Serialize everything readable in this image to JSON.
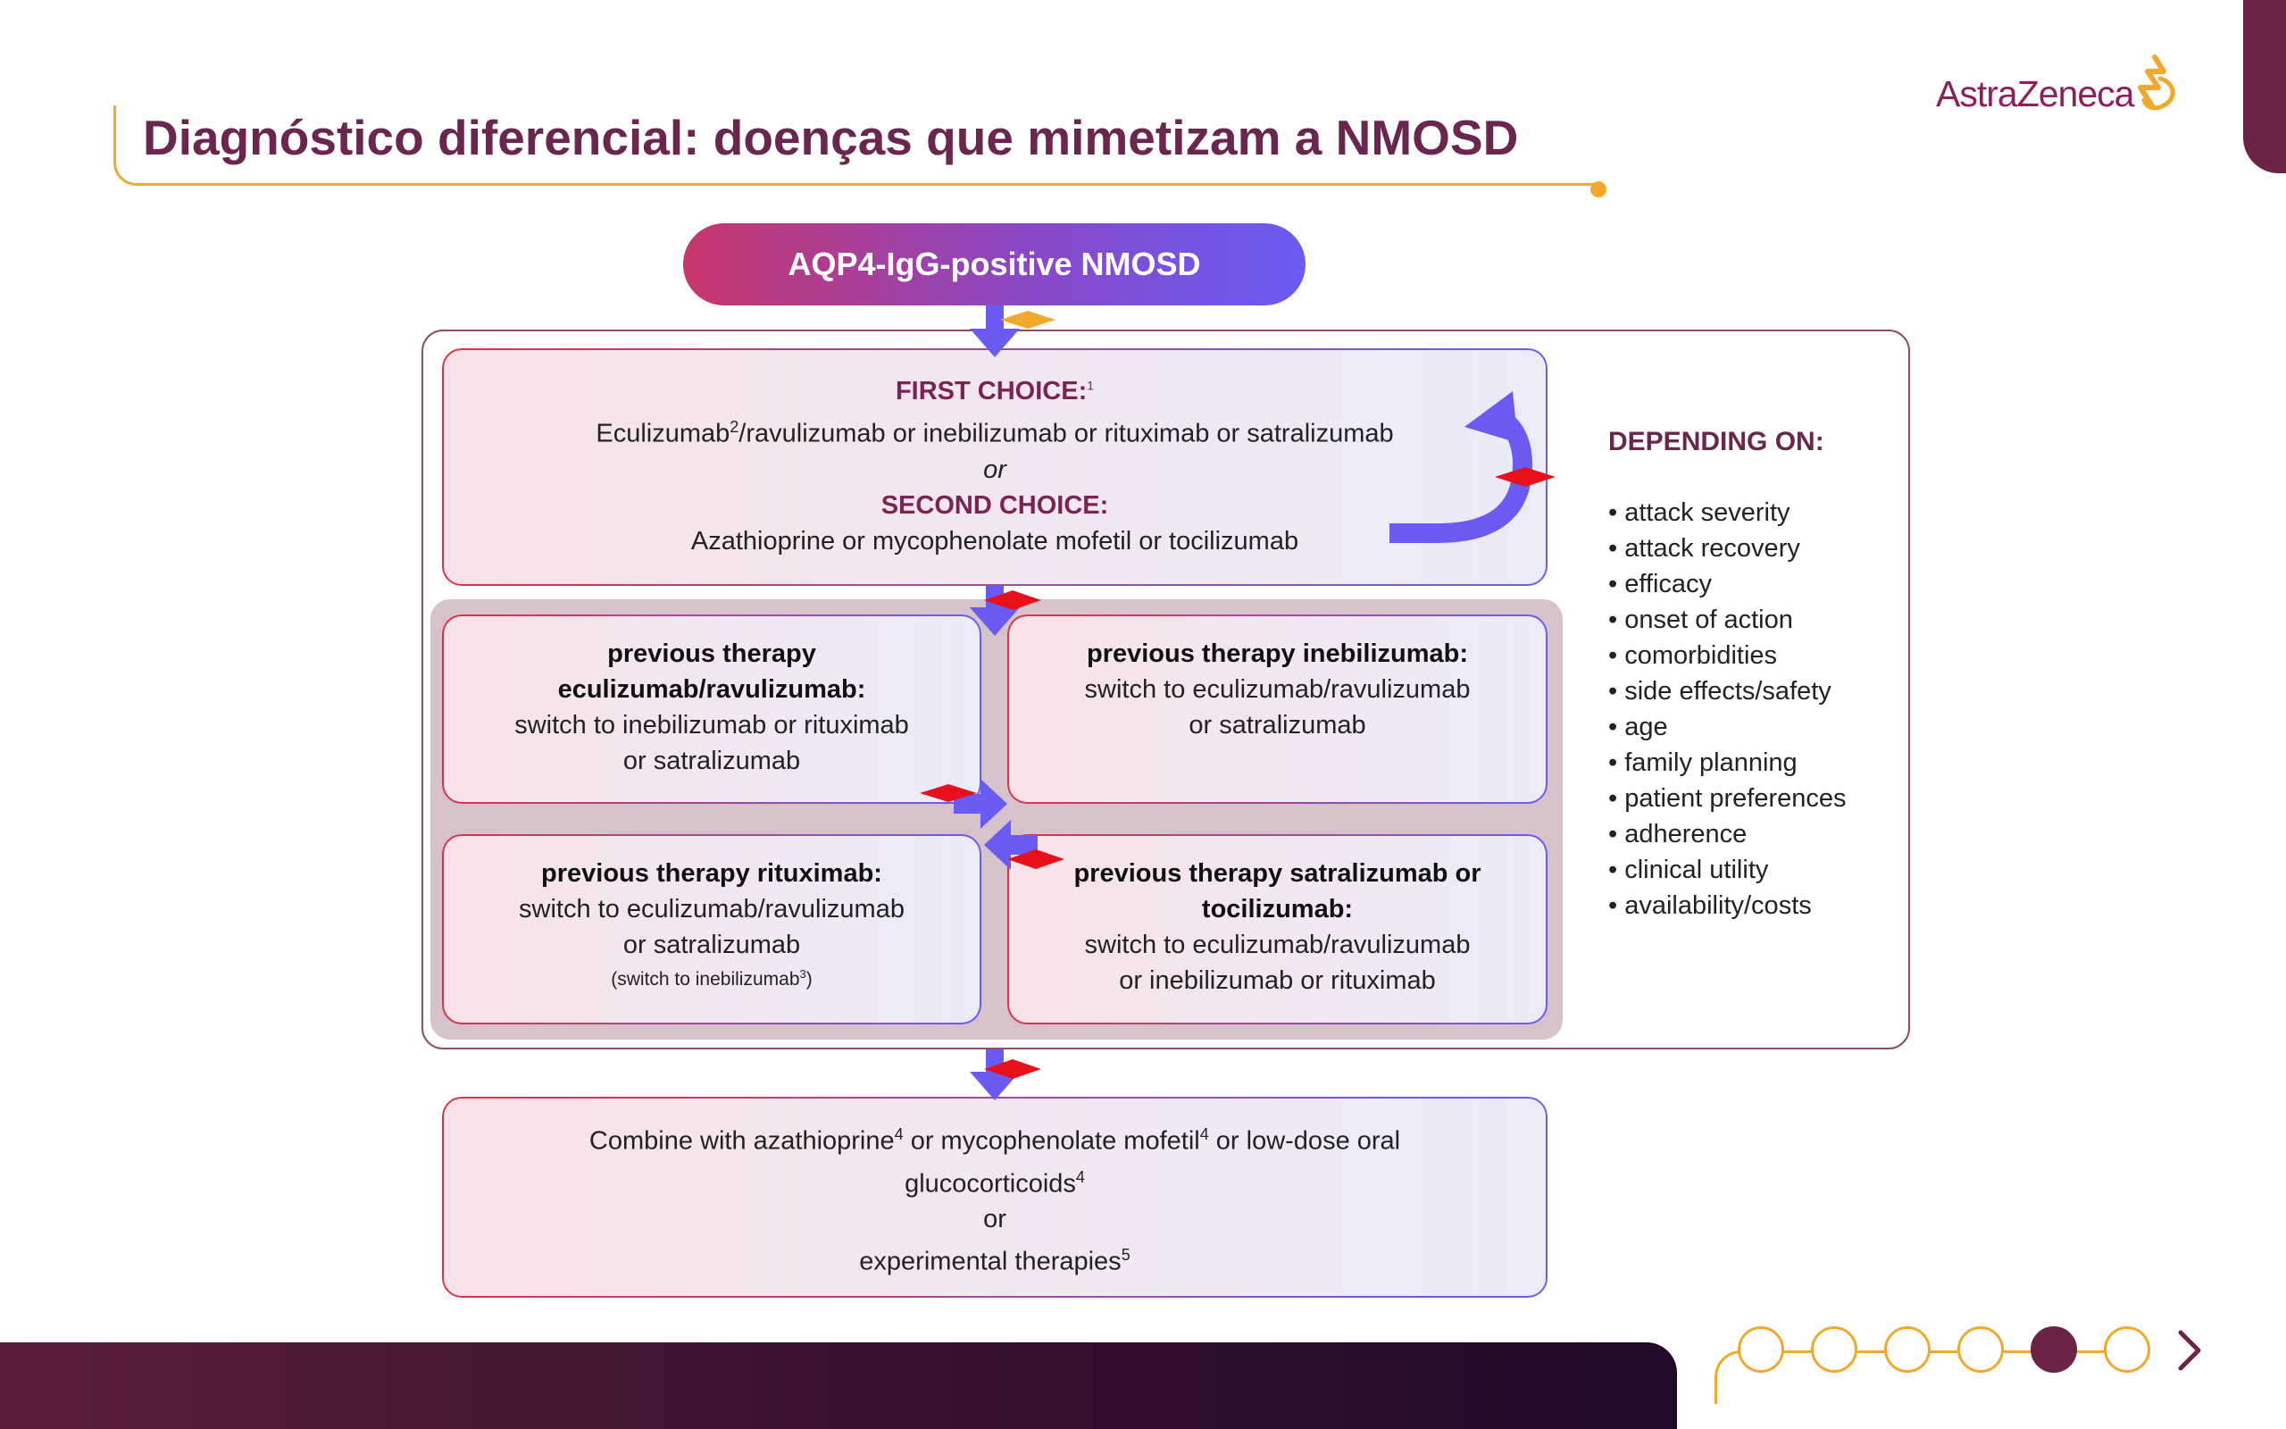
{
  "header": {
    "title": "Diagnóstico diferencial: doenças que mimetizam a NMOSD",
    "logo_text": "AstraZeneca"
  },
  "colors": {
    "brand_purple": "#6b2650",
    "accent_gold": "#f0a92a",
    "arrow_blue": "#6a5cf3",
    "marker_red": "#e8101a"
  },
  "flow": {
    "top_pill": "AQP4-IgG-positive NMOSD",
    "choice": {
      "first_label": "FIRST CHOICE:",
      "first_sup": "1",
      "first_text_a": "Eculizumab",
      "first_sup2": "2",
      "first_text_b": "/ravulizumab or inebilizumab or rituximab or satralizumab",
      "or": "or",
      "second_label": "SECOND CHOICE:",
      "second_text": "Azathioprine or mycophenolate mofetil or tocilizumab"
    },
    "switch_boxes": {
      "ecu": {
        "title_l1": "previous therapy",
        "title_l2": "eculizumab/ravulizumab:",
        "body_l1": "switch to inebilizumab or rituximab",
        "body_l2": "or satralizumab"
      },
      "ine": {
        "title": "previous therapy inebilizumab:",
        "body_l1": "switch to eculizumab/ravulizumab",
        "body_l2": "or satralizumab"
      },
      "rit": {
        "title": "previous therapy rituximab:",
        "body_l1": "switch to eculizumab/ravulizumab",
        "body_l2": "or satralizumab",
        "note": "(switch to inebilizumab",
        "note_sup": "3",
        "note_end": ")"
      },
      "sat": {
        "title_l1": "previous therapy satralizumab or",
        "title_l2": "tocilizumab:",
        "body_l1": "switch to eculizumab/ravulizumab",
        "body_l2": "or inebilizumab or rituximab"
      }
    },
    "combine": {
      "l1a": "Combine with azathioprine",
      "sup_a": "4",
      "l1b": " or mycophenolate mofetil",
      "sup_b": "4",
      "l1c": " or low-dose oral",
      "l2": "glucocorticoids",
      "sup_c": "4",
      "or": "or",
      "l4": "experimental therapies",
      "sup_d": "5"
    }
  },
  "depending": {
    "title": "DEPENDING ON:",
    "items": [
      "attack severity",
      "attack recovery",
      "efficacy",
      "onset of action",
      "comorbidities",
      "side effects/safety",
      "age",
      "family planning",
      "patient preferences",
      "adherence",
      "clinical utility",
      "availability/costs"
    ]
  },
  "pagination": {
    "total": 6,
    "current": 5
  }
}
